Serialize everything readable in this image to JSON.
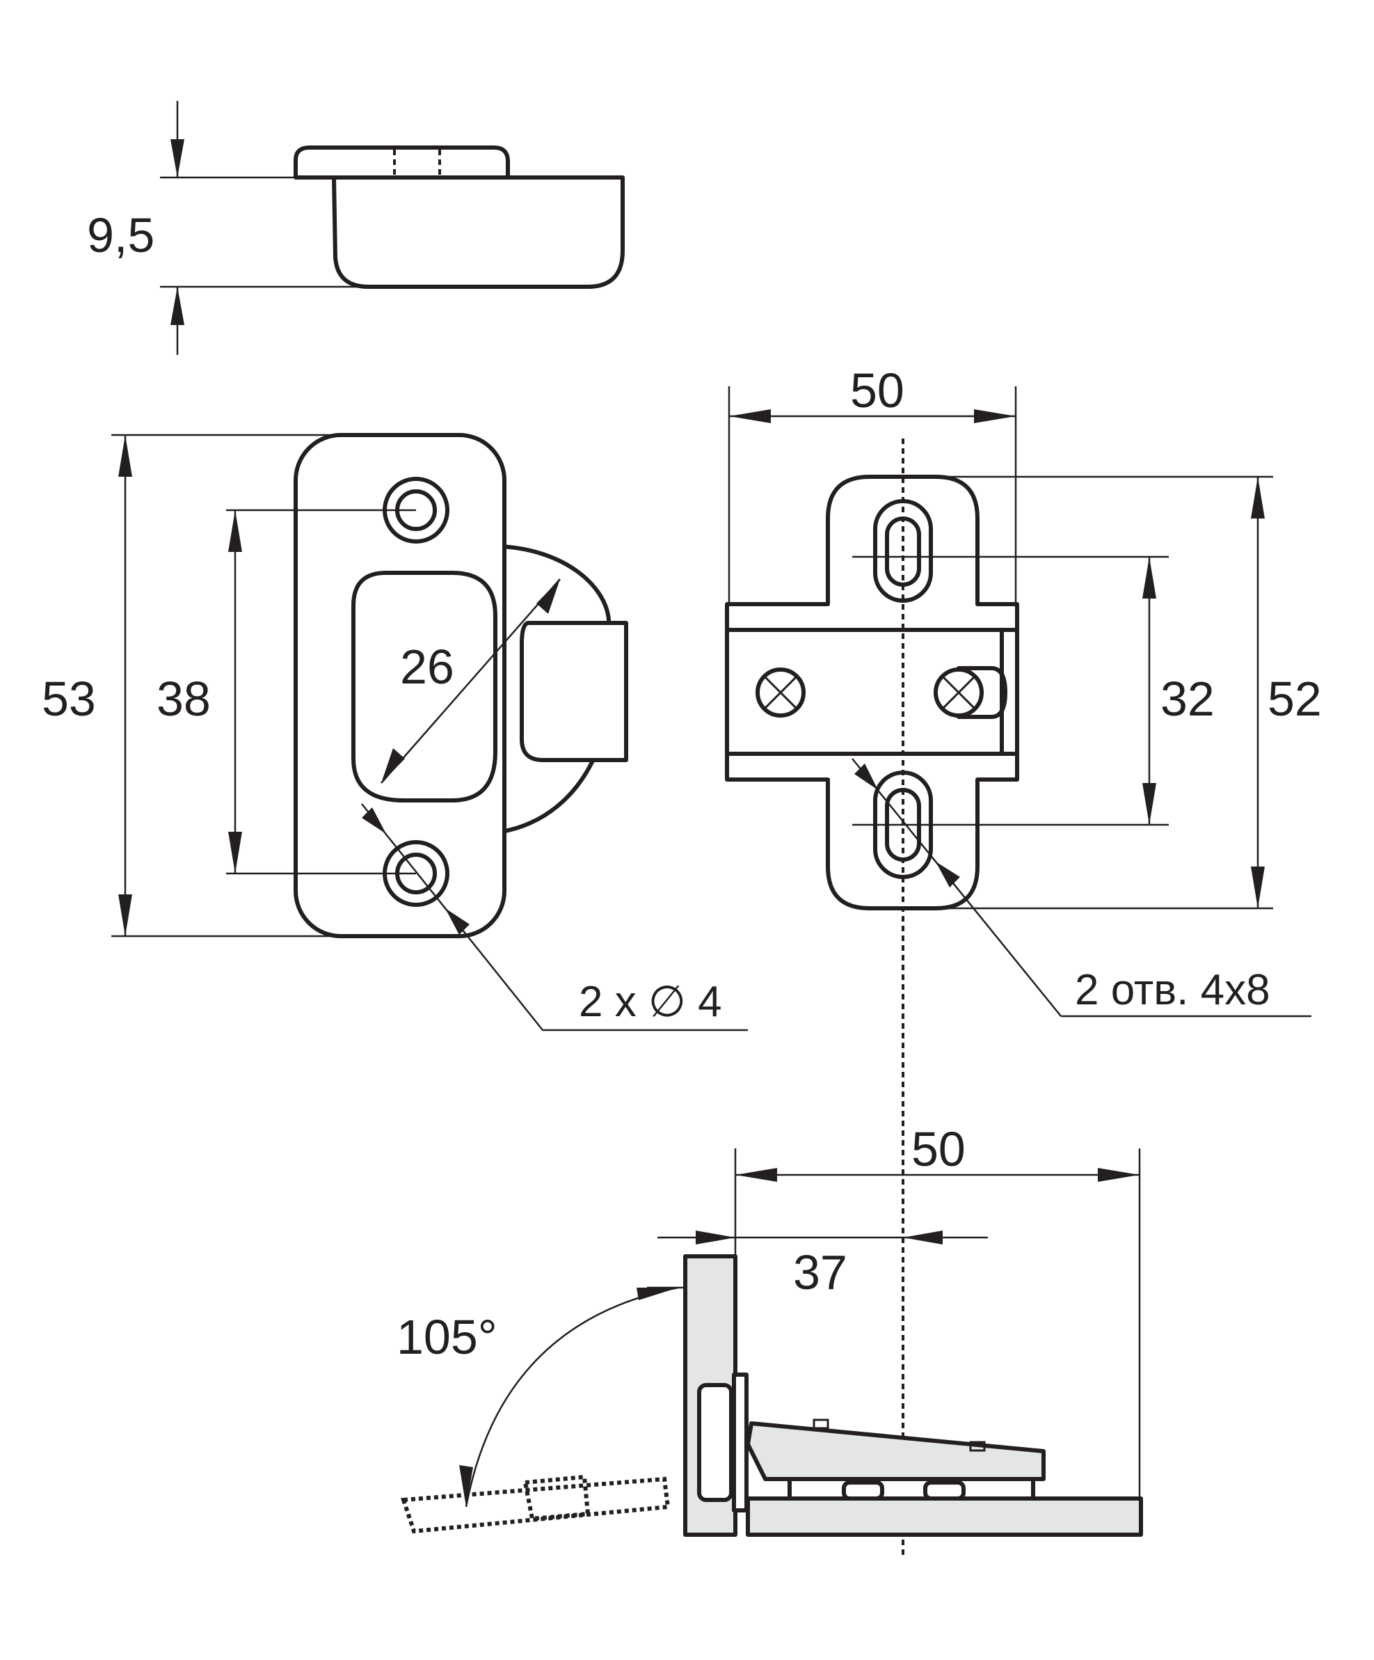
{
  "labels": {
    "top_height": "9,5",
    "overall_height": "53",
    "hole_spacing": "38",
    "cup_diameter": "26",
    "holes_note": "2 x ∅ 4",
    "plate_width": "50",
    "plate_height": "52",
    "slot_spacing": "32",
    "slots_note": "2 отв. 4x8",
    "side_width": "50",
    "side_offset": "37",
    "opening_angle": "105°"
  }
}
